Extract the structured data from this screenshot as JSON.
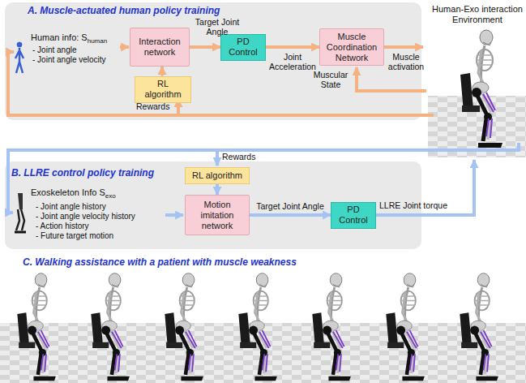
{
  "diagram": {
    "nodes": [
      {
        "text": [
          "A. Muscle-actuated human policy training"
        ]
      },
      {
        "text": [
          "Interaction network"
        ],
        "in": 0
      },
      {
        "text": [
          "RL algorithm"
        ],
        "in": 0
      },
      {
        "text": [
          "PD Control"
        ],
        "in": 0
      },
      {
        "text": [
          "Muscle Coordination Network"
        ],
        "in": 0
      },
      {
        "text": [
          "B. LLRE control policy training"
        ]
      },
      {
        "text": [
          "RL algorithm"
        ],
        "in": 5
      },
      {
        "text": [
          "Motion imitation network"
        ],
        "in": 5
      },
      {
        "text": [
          "PD Control"
        ],
        "in": 5
      }
    ],
    "edges": [
      {
        "from": 1,
        "to": 3,
        "label": "Target Joint Angle",
        "arrow": "to"
      },
      {
        "from": 3,
        "to": 4,
        "label": "Joint Acceleration",
        "arrow": "to"
      },
      {
        "from": 2,
        "to": 1,
        "arrow": "to"
      },
      {
        "from": 6,
        "to": 7,
        "arrow": "to"
      },
      {
        "from": 7,
        "to": 8,
        "label": "Target Joint Angle",
        "arrow": "to"
      }
    ],
    "labels": [
      "Human info: S",
      "human",
      "- Joint angle",
      "- Joint angle velocity",
      "Muscle activation",
      "Muscular State",
      "Rewards",
      "Human-Exo interaction Environment",
      "Rewards",
      "Exoskeleton Info S",
      "exo",
      "- Joint angle history",
      "- Joint angle velocity history",
      "- Action history",
      "- Future target motion",
      "LLRE Joint torque",
      "C. Walking assistance with a patient with muscle weakness"
    ]
  }
}
